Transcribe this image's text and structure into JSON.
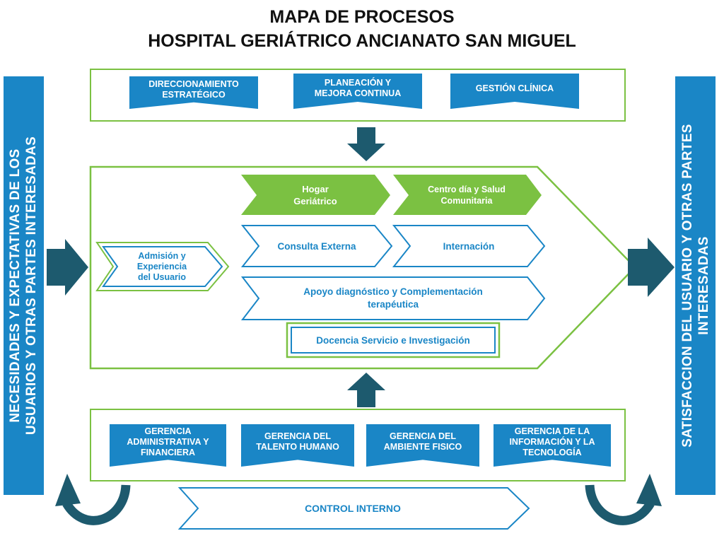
{
  "title": {
    "line1": "MAPA DE PROCESOS",
    "line2": "HOSPITAL GERIÁTRICO ANCIANATO SAN MIGUEL"
  },
  "side": {
    "left": {
      "line1": "NECESIDADES Y EXPECTATIVAS DE LOS",
      "line2": "USUARIOS Y OTRAS PARTES INTERESADAS"
    },
    "right": {
      "line1": "SATISFACCION DEL USUARIO Y OTRAS PARTES",
      "line2": "INTERESADAS"
    }
  },
  "strategic": {
    "items": [
      {
        "line1": "DIRECCIONAMIENTO",
        "line2": "ESTRATÉGICO"
      },
      {
        "line1": "PLANEACIÓN Y",
        "line2": "MEJORA CONTINUA"
      },
      {
        "line1": "GESTIÓN CLÍNICA",
        "line2": ""
      }
    ]
  },
  "missional": {
    "admission": {
      "line1": "Admisión y",
      "line2": "Experiencia",
      "line3": "del Usuario"
    },
    "hogar": {
      "line1": "Hogar",
      "line2": "Geriátrico"
    },
    "centro": {
      "line1": "Centro día y Salud",
      "line2": "Comunitaria"
    },
    "consulta": "Consulta Externa",
    "internacion": "Internación",
    "apoyo": {
      "line1": "Apoyo diagnóstico y Complementación",
      "line2": "terapéutica"
    },
    "docencia": "Docencia Servicio e Investigación"
  },
  "support": {
    "items": [
      {
        "line1": "GERENCIA",
        "line2": "ADMINISTRATIVA Y",
        "line3": "FINANCIERA"
      },
      {
        "line1": "GERENCIA DEL",
        "line2": "TALENTO HUMANO",
        "line3": ""
      },
      {
        "line1": "GERENCIA DEL",
        "line2": "AMBIENTE FISICO",
        "line3": ""
      },
      {
        "line1": "GERENCIA  DE LA",
        "line2": "INFORMACIÓN  Y LA",
        "line3": "TECNOLOGÍA"
      }
    ]
  },
  "control": "CONTROL INTERNO",
  "colors": {
    "blue": "#1a86c6",
    "dark_teal": "#1d5a6e",
    "green": "#7bc142",
    "label_blue": "#1a86c6"
  }
}
